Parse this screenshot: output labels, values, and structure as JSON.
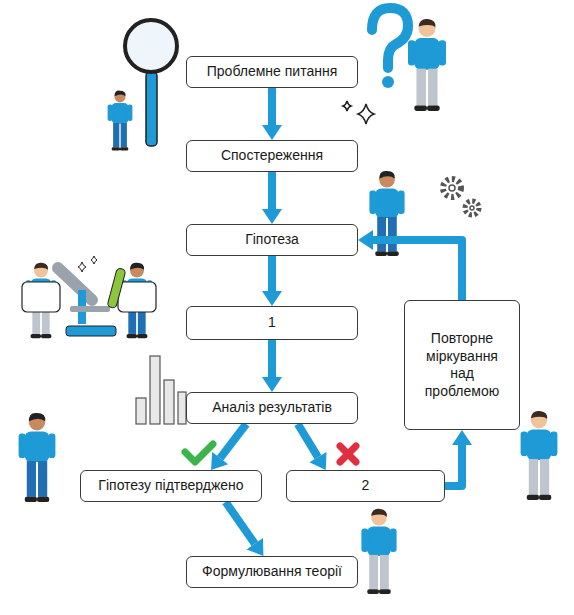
{
  "diagram": {
    "nodes": [
      {
        "text": [
          "Проблемне питання"
        ]
      },
      {
        "text": [
          "Спостереження"
        ]
      },
      {
        "text": [
          "Гіпотеза"
        ]
      },
      {
        "text": [
          "1"
        ]
      },
      {
        "text": [
          "Аналіз результатів"
        ]
      },
      {
        "text": [
          "Гіпотезу підтверджено"
        ]
      },
      {
        "text": [
          "2"
        ]
      },
      {
        "text": [
          "Повторне міркування над проблемою"
        ]
      },
      {
        "text": [
          "Формулювання теорії"
        ]
      }
    ],
    "edges": [
      {
        "from": 0,
        "to": 1,
        "arrow": "to"
      },
      {
        "from": 1,
        "to": 2,
        "arrow": "to"
      },
      {
        "from": 2,
        "to": 3,
        "arrow": "to"
      },
      {
        "from": 3,
        "to": 4,
        "arrow": "to"
      },
      {
        "from": 4,
        "to": 5,
        "arrow": "to"
      },
      {
        "from": 4,
        "to": 6,
        "arrow": "to"
      },
      {
        "from": 6,
        "to": 7,
        "arrow": "to"
      },
      {
        "from": 7,
        "to": 2,
        "arrow": "to"
      },
      {
        "from": 5,
        "to": 8,
        "arrow": "to"
      }
    ]
  }
}
